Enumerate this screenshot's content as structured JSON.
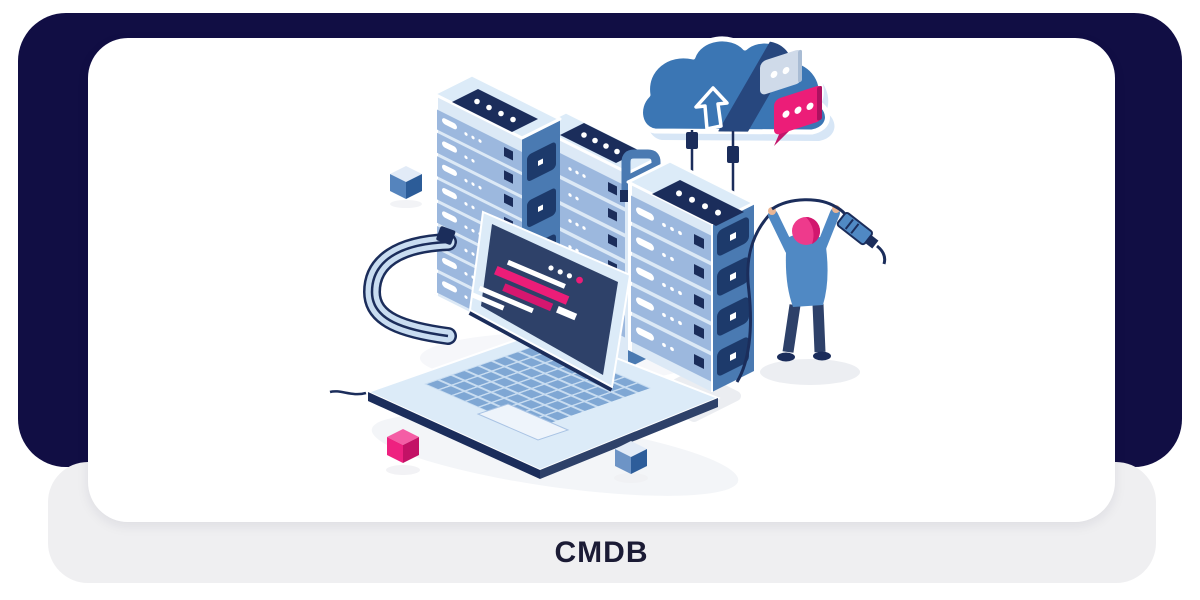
{
  "caption": {
    "label": "CMDB"
  },
  "theme": {
    "frame_navy": "#110e44",
    "footer_gray": "#efeff1",
    "card_white": "#ffffff",
    "caption_color": "#1b1b35"
  },
  "illustration": {
    "name": "isometric-cmdb-scene",
    "colors": {
      "cloud_blue": "#3b76b4",
      "side_blue": "#4a7ab2",
      "row_blue": "#9cb8de",
      "soft_blue": "#c9ddf1",
      "pale_blue": "#dcebf8",
      "navy": "#1b2d5b",
      "screen_navy": "#2e4169",
      "pink": "#ec1d78",
      "pink_dark": "#c2156b",
      "shadow_gray": "#eceef2"
    },
    "elements": [
      "cloud-upload-icon",
      "chat-bubbles-icon",
      "server-rack-left",
      "server-rack-middle",
      "server-rack-front",
      "laptop-terminal",
      "network-cable",
      "engineer-with-plug",
      "blue-cube",
      "pink-cube"
    ]
  }
}
